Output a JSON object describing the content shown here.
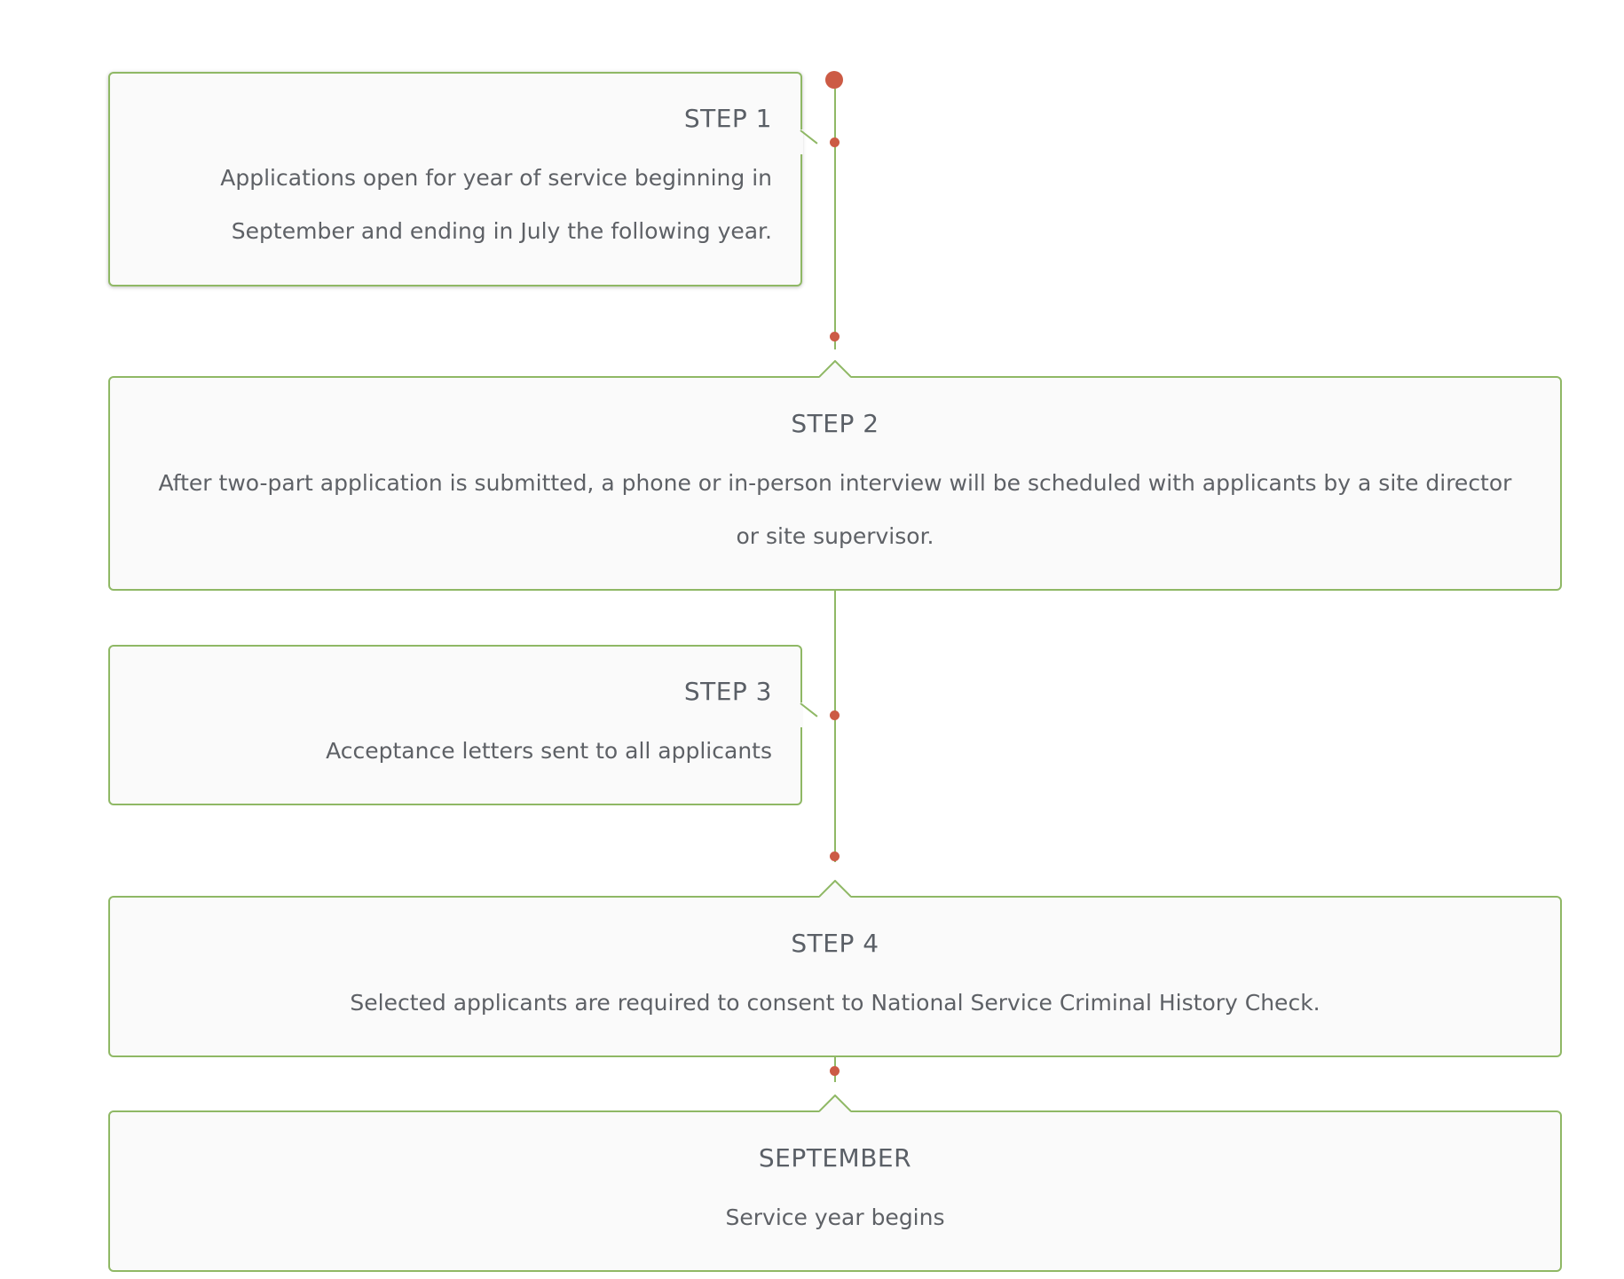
{
  "timeline": {
    "steps": [
      {
        "title": "STEP 1",
        "text": "Applications open for year of service beginning in September and ending in July the following year."
      },
      {
        "title": "STEP 2",
        "text": "After two-part application is submitted, a phone or in-person interview will be scheduled with applicants by a site director or site supervisor."
      },
      {
        "title": "STEP 3",
        "text": "Acceptance letters sent to all applicants"
      },
      {
        "title": "STEP 4",
        "text": "Selected applicants are required to consent to National Service Criminal History Check."
      },
      {
        "title": "SEPTEMBER",
        "text": "Service year begins"
      }
    ]
  },
  "colors": {
    "border": "#8fb865",
    "dot": "#cc5b45",
    "card_bg": "#fafafa",
    "text": "#5e6166"
  }
}
